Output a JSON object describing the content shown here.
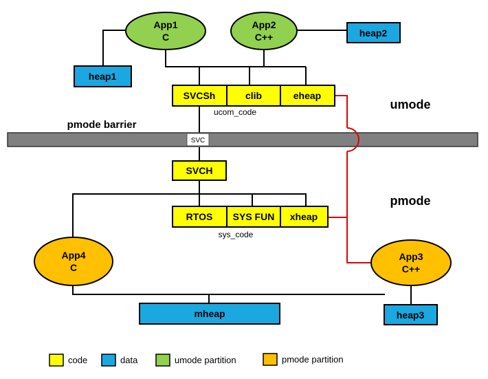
{
  "colors": {
    "code": "#ffff00",
    "data": "#1ba7e0",
    "umode_partition": "#92d050",
    "pmode_partition": "#ffc000",
    "barrier": "#808080",
    "crossing_line": "#e00000"
  },
  "partitions": {
    "app1": {
      "line1": "App1",
      "line2": "C"
    },
    "app2": {
      "line1": "App2",
      "line2": "C++"
    },
    "app3": {
      "line1": "App3",
      "line2": "C++"
    },
    "app4": {
      "line1": "App4",
      "line2": "C"
    }
  },
  "data_blocks": {
    "heap1": "heap1",
    "heap2": "heap2",
    "heap3": "heap3",
    "mheap": "mheap"
  },
  "code_blocks": {
    "svcsh": "SVCSh",
    "clib": "clib",
    "eheap": "eheap",
    "svch": "SVCH",
    "rtos": "RTOS",
    "sysfun": "SYS FUN",
    "xheap": "xheap"
  },
  "group_labels": {
    "ucom_code": "ucom_code",
    "sys_code": "sys_code"
  },
  "barrier": {
    "label": "pmode barrier",
    "svc": "SVC"
  },
  "modes": {
    "umode": "umode",
    "pmode": "pmode"
  },
  "legend": {
    "code": "code",
    "data": "data",
    "umode_partition": "umode partition",
    "pmode_partition": "pmode partition"
  }
}
